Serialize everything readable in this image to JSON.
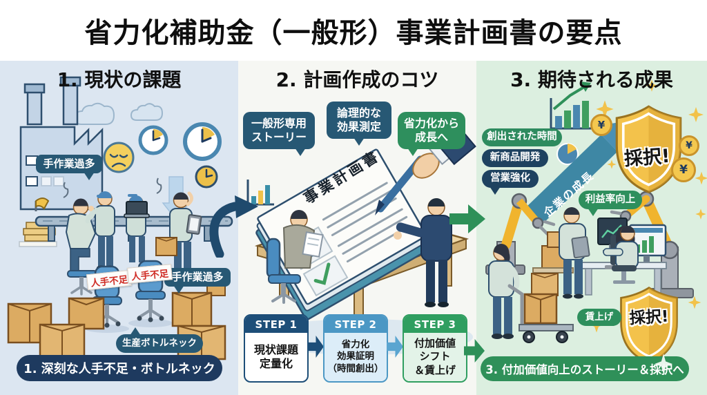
{
  "title": "省力化補助金（一般形）事業計画書の要点",
  "colors": {
    "navy_bubble": "#275874",
    "deep_navy": "#1e3a5f",
    "green": "#2e8f5d",
    "banner_green": "#2f9059",
    "step2_blue": "#4b97c4",
    "gold": "#f3c24b",
    "alert_red": "#cf2b24",
    "col1_bg": "#dce6f1",
    "col2_bg": "#f6f7f3",
    "col3_bg": "#dcefe0"
  },
  "col1": {
    "header": "1. 現状の課題",
    "bubble_manual_top": "手作業過多",
    "bubble_manual_right": "手作業過多",
    "label_shortage_1": "人手不足",
    "label_shortage_2": "人手不足",
    "bubble_bottleneck": "生産ボトルネック",
    "banner": "1. 深刻な人手不足・ボトルネック"
  },
  "col2": {
    "header": "2. 計画作成のコツ",
    "bubble_story": "一般形専用\nストーリー",
    "bubble_logic": "論理的な\n効果測定",
    "bubble_growth": "省力化から\n成長へ",
    "doc_title": "事業計画書",
    "steps": [
      {
        "label": "STEP 1",
        "text": "現状課題\n定量化"
      },
      {
        "label": "STEP 2",
        "text": "省力化\n効果証明\n（時間創出）"
      },
      {
        "label": "STEP 3",
        "text": "付加価値\nシフト\n＆賃上げ"
      }
    ]
  },
  "col3": {
    "header": "3. 期待される成果",
    "pill_time": "創出された時間",
    "pill_product": "新商品開発",
    "pill_sales": "営業強化",
    "arrow_label": "企業の成長",
    "bubble_profit": "利益率向上",
    "pill_wage": "賃上げ",
    "shield_top": "採択!",
    "shield_bottom": "採択!",
    "yen": "¥",
    "banner": "3. 付加価値向上のストーリー＆採択へ"
  }
}
